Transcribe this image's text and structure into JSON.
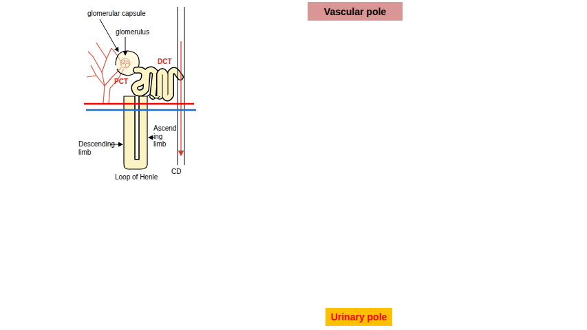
{
  "diagram": {
    "nodes": [
      {
        "text": [
          "Vascular pole"
        ]
      },
      {
        "text": [
          "Urinary pole"
        ]
      }
    ],
    "labels": [
      "glomerular capsule",
      "glomerulus",
      "DCT",
      "PCT",
      "Descending limb",
      "Ascend ing limb",
      "Loop of Henle",
      "CD"
    ]
  }
}
